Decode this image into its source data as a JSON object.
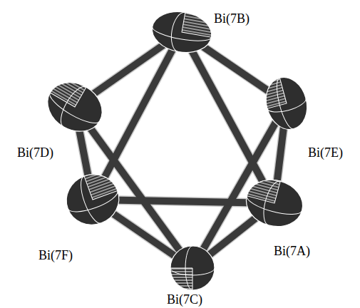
{
  "diagram": {
    "labels": [
      "Bi(7B)",
      "Bi(7E)",
      "Bi(7D)",
      "Bi(7F)",
      "Bi(7A)",
      "Bi(7C)"
    ]
  }
}
